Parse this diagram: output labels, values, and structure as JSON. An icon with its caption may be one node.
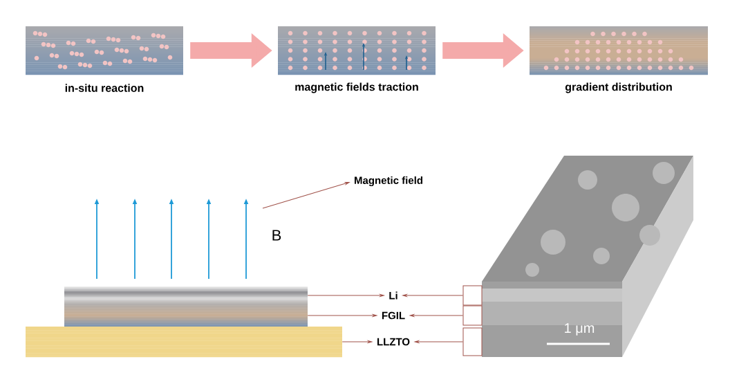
{
  "diagram": {
    "nodes": [
      {
        "text": [
          "in-situ reaction"
        ]
      },
      {
        "text": [
          "magnetic fields traction"
        ]
      },
      {
        "text": [
          "gradient distribution"
        ]
      },
      {
        "text": [
          "Magnetic field"
        ]
      },
      {
        "text": [],
        "shape": "bar"
      },
      {
        "text": [],
        "shape": "bar"
      },
      {
        "text": [],
        "shape": "bar"
      },
      {
        "text": [
          "Li"
        ]
      },
      {
        "text": [
          "FGIL"
        ]
      },
      {
        "text": [
          "LLZTO"
        ]
      },
      {
        "text": [],
        "shape": "picture"
      },
      {
        "text": [],
        "shape": "box"
      },
      {
        "text": [],
        "shape": "box"
      },
      {
        "text": [],
        "shape": "box"
      }
    ],
    "edges": [
      {
        "from": 0,
        "to": 1,
        "arrow": "to",
        "style": "thick",
        "color": "#f4aaaa"
      },
      {
        "from": 1,
        "to": 2,
        "arrow": "to",
        "style": "thick",
        "color": "#f4aaaa"
      },
      {
        "from": null,
        "to": 3,
        "arrow": "to"
      },
      {
        "from": 4,
        "to": 7,
        "arrow": "to"
      },
      {
        "from": 5,
        "to": 8,
        "arrow": "to"
      },
      {
        "from": 6,
        "to": 9,
        "arrow": "to"
      },
      {
        "from": 11,
        "to": 7,
        "arrow": "to"
      },
      {
        "from": 12,
        "to": 8,
        "arrow": "to"
      },
      {
        "from": 13,
        "to": 9,
        "arrow": "to"
      }
    ],
    "labels": [
      "B",
      "1 μm"
    ]
  }
}
